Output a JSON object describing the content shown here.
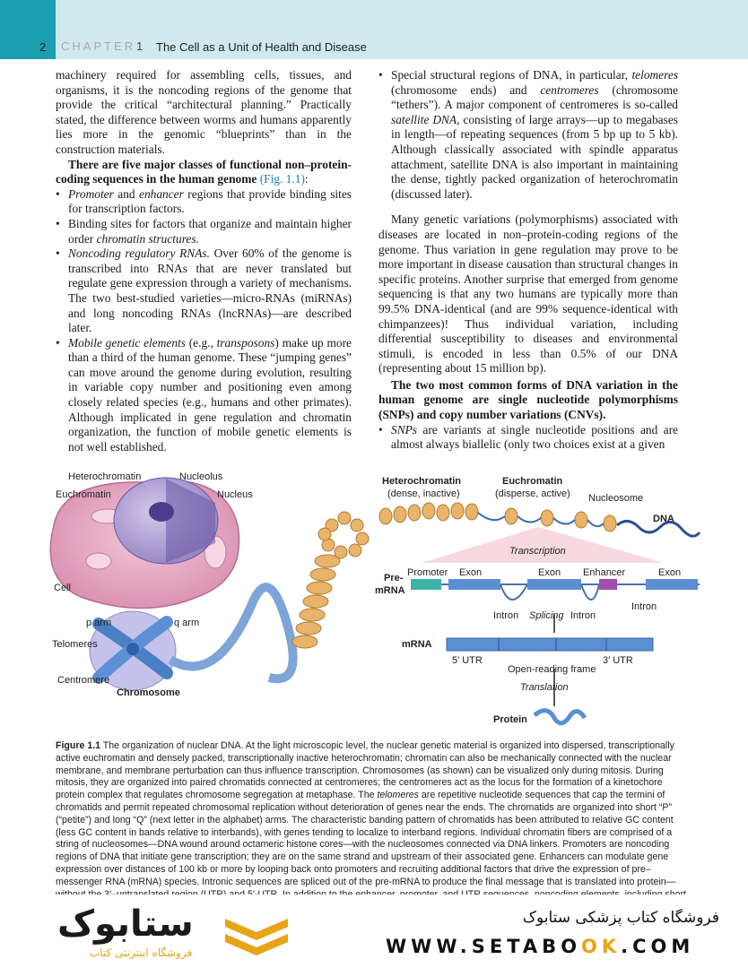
{
  "header": {
    "page_number": "2",
    "chapter_label": "CHAPTER",
    "separator": "1",
    "chapter_title": "The Cell as a Unit of Health and Disease"
  },
  "left_column": {
    "p1": "machinery required for assembling cells, tissues, and organisms, it is the noncoding regions of the genome that provide the critical “architectural planning.” Practically stated, the difference between worms and humans apparently lies more in the genomic “blueprints” than in the construction materials.",
    "p2_bold": "There are five major classes of functional non–protein-coding sequences in the human genome",
    "p2_ref": "(Fig. 1.1)",
    "p2_end": ":",
    "bullets": [
      {
        "em": "Promoter",
        "mid": " and ",
        "em2": "enhancer",
        "text": " regions that provide binding sites for transcription factors."
      },
      {
        "em": "",
        "mid": "",
        "em2": "",
        "text": "Binding sites for factors that organize and maintain higher order ",
        "em3": "chromatin structures."
      },
      {
        "em": "Noncoding regulatory RNAs.",
        "text": " Over 60% of the genome is transcribed into RNAs that are never translated but regulate gene expression through a variety of mechanisms. The two best-studied varieties—micro-RNAs (miRNAs) and long noncoding RNAs (lncRNAs)—are described later."
      },
      {
        "em": "Mobile genetic elements",
        "text": " (e.g., ",
        "em2": "transposons",
        "text2": ") make up more than a third of the human genome. These “jumping genes” can move around the genome during evolution, resulting in variable copy number and positioning even among closely related species (e.g., humans and other primates). Although implicated in gene regulation and chromatin organization, the function of mobile genetic elements is not well established."
      }
    ]
  },
  "right_column": {
    "bullet5_a": "Special structural regions of DNA, in particular, ",
    "bullet5_em1": "telomeres",
    "bullet5_b": " (chromosome ends) and ",
    "bullet5_em2": "centromeres",
    "bullet5_c": " (chromosome “tethers”). A major component of centromeres is so-called ",
    "bullet5_em3": "satellite DNA,",
    "bullet5_d": " consisting of large arrays—up to megabases in length—of repeating sequences (from 5 bp up to 5 kb). Although classically associated with spindle apparatus attachment, satellite DNA is also important in maintaining the dense, tightly packed organization of heterochromatin (discussed later).",
    "p3": "Many genetic variations (polymorphisms) associated with diseases are located in non–protein-coding regions of the genome. Thus variation in gene regulation may prove to be more important in disease causation than structural changes in specific proteins. Another surprise that emerged from genome sequencing is that any two humans are typically more than 99.5% DNA-identical (and are 99% sequence-identical with chimpanzees)! Thus individual variation, including differential susceptibility to diseases and environmental stimuli, is encoded in less than 0.5% of our DNA (representing about 15 million bp).",
    "p4_bold": "The two most common forms of DNA variation in the human genome are single nucleotide polymorphisms (SNPs) and copy number variations (CNVs).",
    "bullet6_em": "SNPs",
    "bullet6_text": " are variants at single nucleotide positions and are almost always biallelic (only two choices exist at a given"
  },
  "figure": {
    "labels": {
      "heterochromatin": "Heterochromatin",
      "nucleolus": "Nucleolus",
      "euchromatin": "Euchromatin",
      "nucleus": "Nucleus",
      "cell": "Cell",
      "p_arm": "p arm",
      "q_arm": "q arm",
      "telomeres": "Telomeres",
      "centromere": "Centromere",
      "chromosome": "Chromosome",
      "hetero_title": "Heterochromatin",
      "hetero_sub": "(dense, inactive)",
      "eu_title": "Euchromatin",
      "eu_sub": "(disperse, active)",
      "nucleosome": "Nucleosome",
      "dna": "DNA",
      "transcription": "Transcription",
      "pre": "Pre-",
      "mrna_pre": "mRNA",
      "promoter": "Promoter",
      "exon1": "Exon",
      "exon2": "Exon",
      "enhancer": "Enhancer",
      "exon3": "Exon",
      "intron1": "Intron",
      "splicing": "Splicing",
      "intron2": "Intron",
      "intron3": "Intron",
      "mrna": "mRNA",
      "utr5": "5′ UTR",
      "utr3": "3′ UTR",
      "orf": "Open-reading frame",
      "translation": "Translation",
      "protein": "Protein"
    },
    "colors": {
      "cell": "#e3a7c3",
      "nucleus": "#b9a9d8",
      "exon": "#5b8fd4",
      "promoter": "#3fb3a8",
      "enhancer": "#a04fb0",
      "nucleosome": "#e9b46a",
      "chromosome": "#7fa4d8"
    }
  },
  "caption": {
    "label": "Figure 1.1",
    "text": " The organization of nuclear DNA. At the light microscopic level, the nuclear genetic material is organized into dispersed, transcriptionally active euchromatin and densely packed, transcriptionally inactive heterochromatin; chromatin can also be mechanically connected with the nuclear membrane, and membrane perturbation can thus influence transcription. Chromosomes (as shown) can be visualized only during mitosis. During mitosis, they are organized into paired chromatids connected at centromeres; the centromeres act as the locus for the formation of a kinetochore protein complex that regulates chromosome segregation at metaphase. The ",
    "em": "telomeres",
    "text2": " are repetitive nucleotide sequences that cap the termini of chromatids and permit repeated chromosomal replication without deterioration of genes near the ends. The chromatids are organized into short “P” (“petite”) and long “Q” (next letter in the alphabet) arms. The characteristic banding pattern of chromatids has been attributed to relative GC content (less GC content in bands relative to interbands), with genes tending to localize to interband regions. Individual chromatin fibers are comprised of a string of nucleosomes—DNA wound around octameric histone cores—with the nucleosomes connected via DNA linkers. Promoters are noncoding regions of DNA that initiate gene transcription; they are on the same strand and upstream of their associated gene. Enhancers can modulate gene expression over distances of 100 kb or more by looping back onto promoters and recruiting additional factors that drive the expression of pre–messenger RNA (mRNA) species. Intronic sequences are spliced out of the pre-mRNA to produce the final message that is translated into protein—without the 3′–untranslated region (UTR) and 5′-UTR. In addition to the enhancer, promoter, and UTR sequences, noncoding elements, including short repeats, regulatory factor binding regions,"
  },
  "watermark": {
    "logo": "ستابوک",
    "logo_sub": "فروشگاه اینترنتی کتاب",
    "shop": "فروشگاه کتاب پزشکی ستابوک",
    "url_a": "WWW.",
    "url_b": "SETABO",
    "url_c": "OK",
    "url_d": ".COM"
  }
}
